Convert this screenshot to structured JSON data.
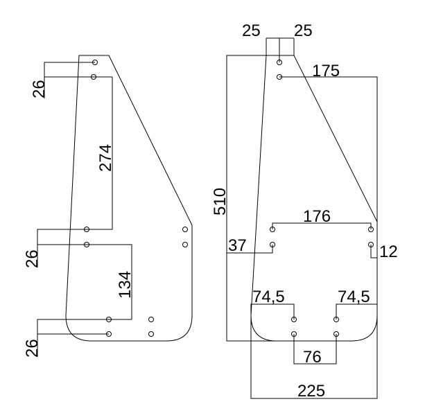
{
  "left_view": {
    "dims": {
      "top_spacing": "26",
      "long_spacing": "274",
      "mid_spacing": "26",
      "lower_spacing": "134",
      "bottom_spacing": "26"
    }
  },
  "right_view": {
    "dims": {
      "top_left_offset": "25",
      "top_right_offset": "25",
      "top_edge": "175",
      "overall_height": "510",
      "mid_hole_span": "176",
      "mid_left_offset": "37",
      "mid_right_offset": "12",
      "bottom_left_offset": "74,5",
      "bottom_right_offset": "74,5",
      "bottom_hole_span": "76",
      "overall_width": "225"
    }
  }
}
